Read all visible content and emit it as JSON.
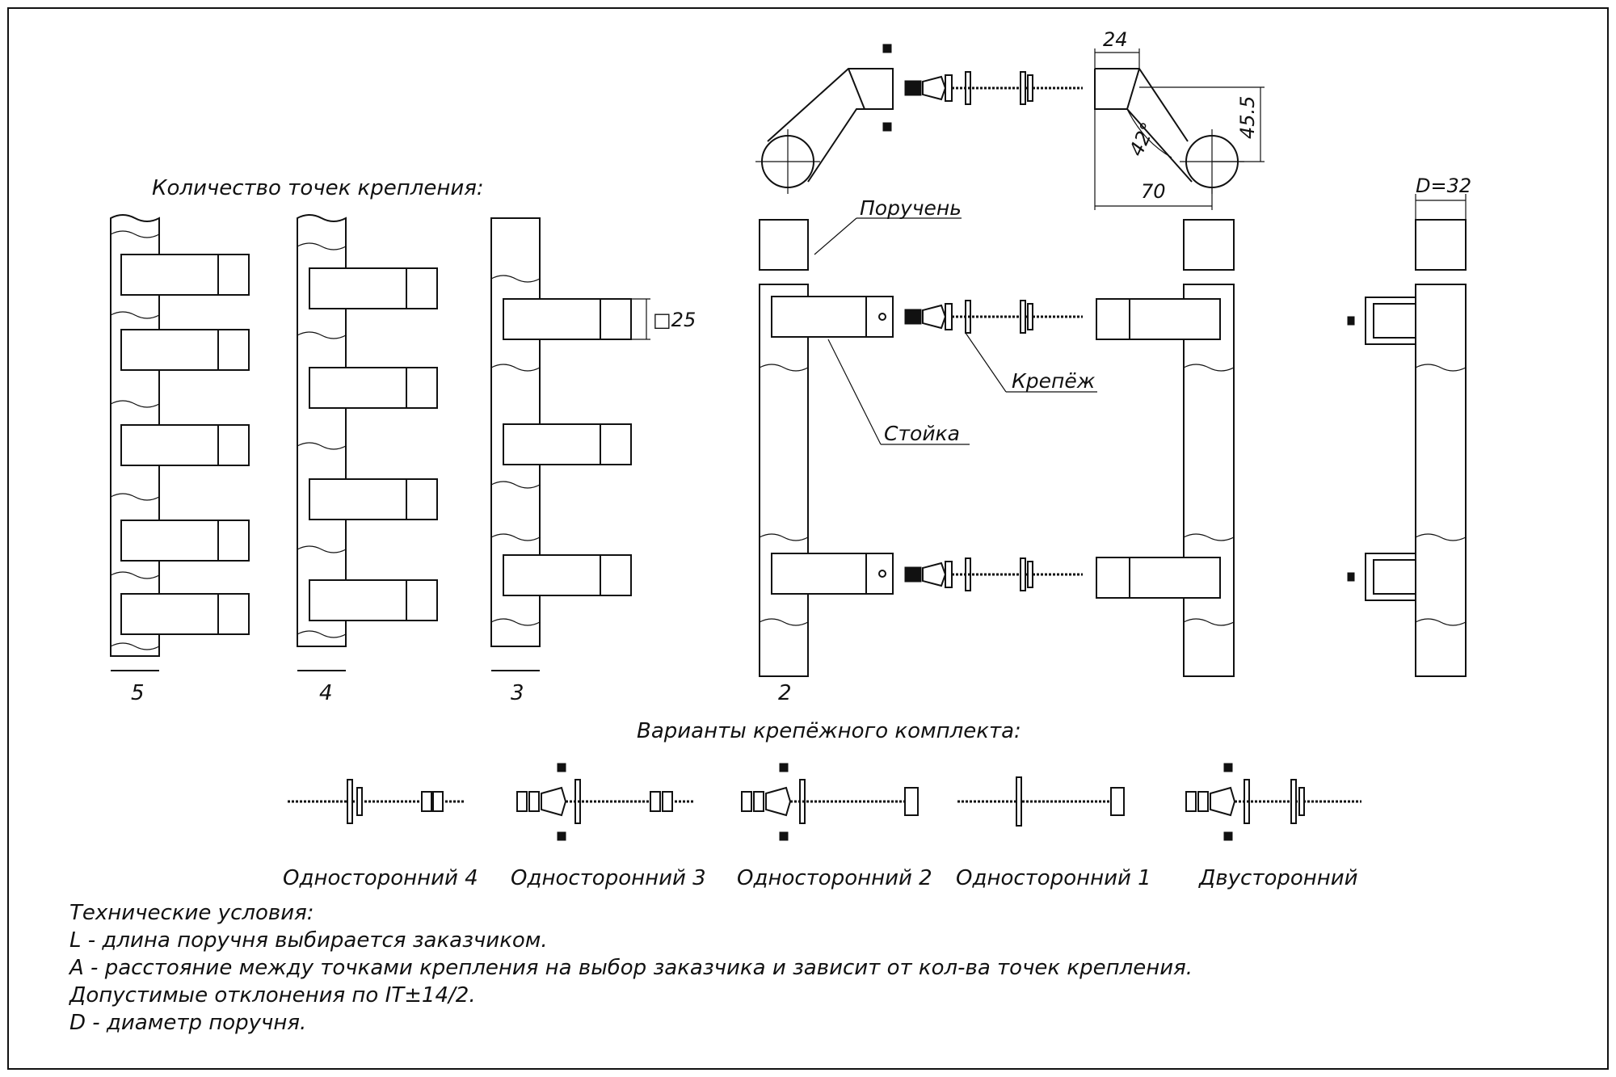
{
  "title_points": "Количество точек крепления:",
  "counts": [
    "5",
    "4",
    "3",
    "2"
  ],
  "labels": {
    "handrail": "Поручень",
    "fastener": "Крепёж",
    "post": "Стойка"
  },
  "dimensions": {
    "square": "□25",
    "w24": "24",
    "h45": "45.5",
    "angle": "42°",
    "w70": "70",
    "diameter": "D=32"
  },
  "kit_title": "Варианты крепёжного комплекта:",
  "kit_variants": [
    "Односторонний 4",
    "Односторонний 3",
    "Односторонний 2",
    "Односторонний 1",
    "Двусторонний"
  ],
  "conditions": [
    "Технические условия:",
    "L - длина поручня выбирается заказчиком.",
    "A - расстояние между точками крепления на выбор заказчика и зависит от кол-ва точек крепления.",
    "Допустимые отклонения по IT±14/2.",
    "D - диаметр поручня."
  ]
}
